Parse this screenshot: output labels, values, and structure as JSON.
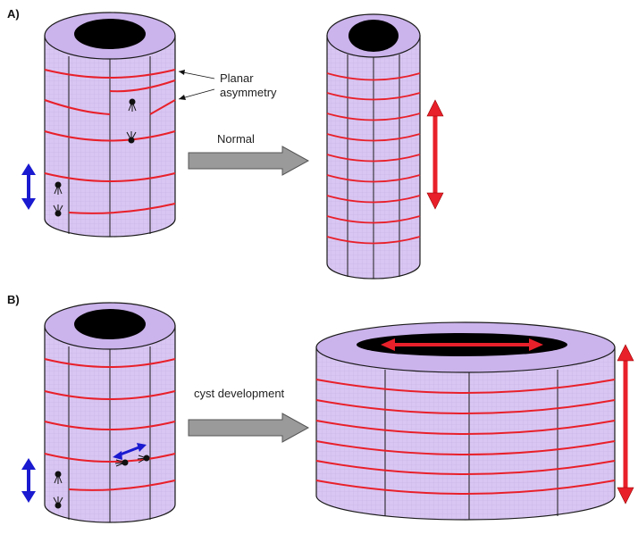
{
  "panels": {
    "a": {
      "label": "A)",
      "annotation": "Planar\nasymmetry",
      "arrow_label": "Normal"
    },
    "b": {
      "label": "B)",
      "arrow_label": "cyst development"
    }
  },
  "colors": {
    "tube_fill": "#d9c6f2",
    "tube_top": "#cbb3ec",
    "grid": "#c9b8e6",
    "outline": "#1a1a1a",
    "lumen": "#000000",
    "junction": "#e8202a",
    "orientation_arrow": "#1a1ad0",
    "elongation_arrow": "#e8202a",
    "process_arrow": "#9a9a9a"
  }
}
